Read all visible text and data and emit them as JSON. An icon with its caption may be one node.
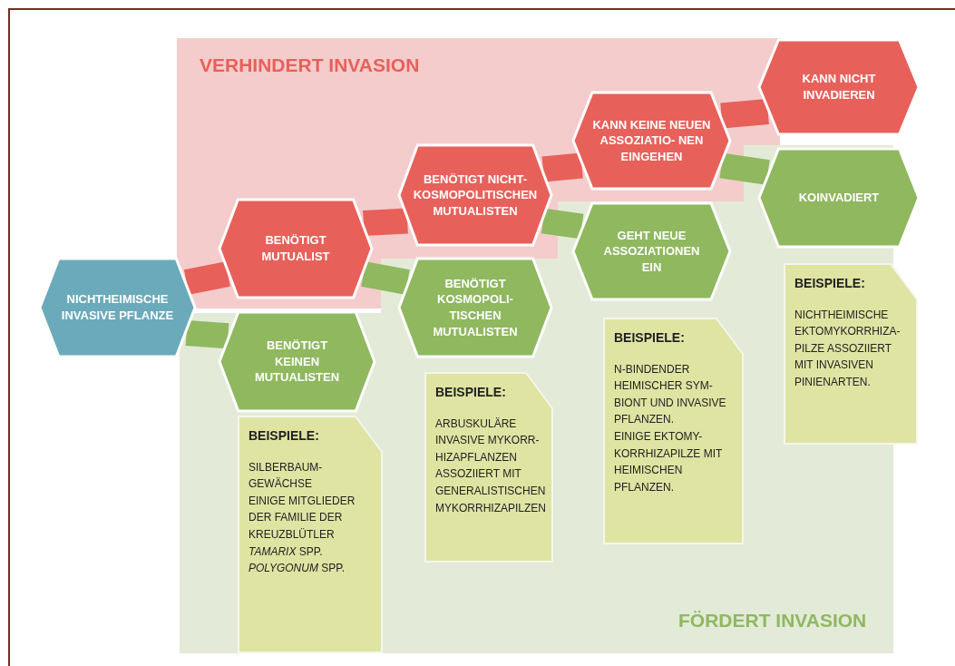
{
  "diagram": {
    "nodes": [
      {
        "text": [
          "NICHTHEIMISCHE INVASIVE PFLANZE"
        ]
      },
      {
        "text": [
          "BENÖTIGT MUTUALIST"
        ]
      },
      {
        "text": [
          "BENÖTIGT KEINEN MUTUALISTEN"
        ]
      },
      {
        "text": [
          "BENÖTIGT NICHT- KOSMOPOLITISCHEN MUTUALISTEN"
        ]
      },
      {
        "text": [
          "BENÖTIGT KOSMOPOLI- TISCHEN MUTUALISTEN"
        ]
      },
      {
        "text": [
          "KANN KEINE NEUEN ASSOZIATIO- NEN EINGEHEN"
        ]
      },
      {
        "text": [
          "GEHT NEUE ASSOZIATIONEN EIN"
        ]
      },
      {
        "text": [
          "KANN NICHT INVADIEREN"
        ]
      },
      {
        "text": [
          "KOINVADIERT"
        ]
      },
      {
        "text": [
          "BEISPIELE:",
          "SILBERBAUM- GEWÄCHSE",
          "EINIGE MITGLIEDER DER FAMILIE DER KREUZBLÜTLER",
          "*TAMARIX* SPP.",
          "*POLYGONUM* SPP."
        ]
      },
      {
        "text": [
          "BEISPIELE:",
          "ARBUSKULÄRE INVASIVE MYKORR- HIZAPFLANZEN ASSOZIIERT MIT GENERALISTISCHEN MYKORRHIZAPILZEN"
        ]
      },
      {
        "text": [
          "BEISPIELE:",
          "N-BINDENDER HEIMISCHER SYM- BIONT UND INVASIVE PFLANZEN.",
          "EINIGE EKTOMY- KORRHIZAPILZE MIT HEIMISCHEN PFLANZEN."
        ]
      },
      {
        "text": [
          "BEISPIELE:",
          "NICHTHEIMISCHE EKTOMYKORRHIZA- PILZE ASSOZIIERT MIT INVASIVEN PINIENARTEN."
        ]
      }
    ],
    "edges": [
      {
        "from": 0,
        "to": 1,
        "arrow": "none",
        "color": "#e8605a"
      },
      {
        "from": 0,
        "to": 2,
        "arrow": "none",
        "color": "#8fb85f"
      },
      {
        "from": 1,
        "to": 3,
        "arrow": "none",
        "color": "#e8605a"
      },
      {
        "from": 1,
        "to": 4,
        "arrow": "none",
        "color": "#8fb85f"
      },
      {
        "from": 3,
        "to": 5,
        "arrow": "none",
        "color": "#e8605a"
      },
      {
        "from": 3,
        "to": 6,
        "arrow": "none",
        "color": "#8fb85f"
      },
      {
        "from": 5,
        "to": 7,
        "arrow": "none",
        "color": "#e8605a"
      },
      {
        "from": 5,
        "to": 8,
        "arrow": "none",
        "color": "#8fb85f"
      }
    ],
    "labels": [
      "VERHINDERT INVASION",
      "FÖRDERT INVASION"
    ]
  }
}
